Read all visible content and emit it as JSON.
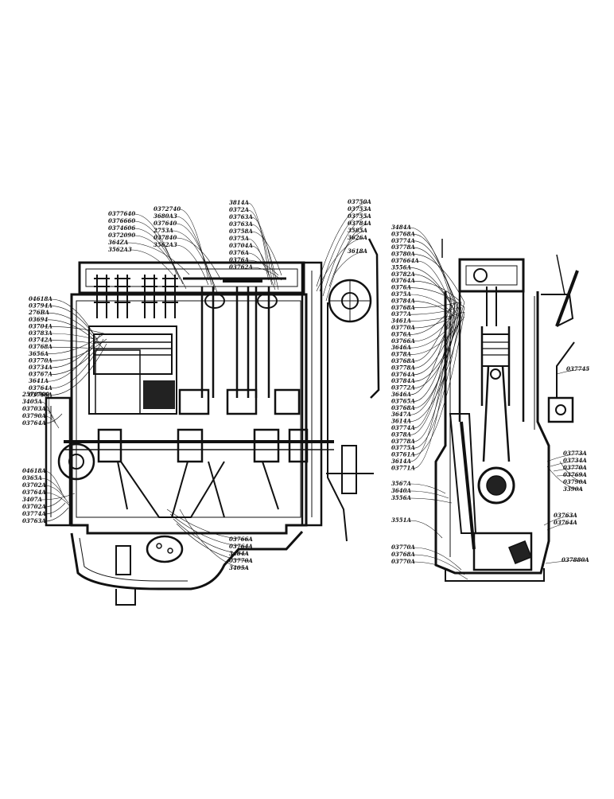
{
  "diagram": {
    "views": [
      {
        "name": "engine-side-section"
      },
      {
        "name": "engine-end-section"
      }
    ],
    "callouts": {
      "top_cluster_a": [
        "0377640",
        "0376660",
        "0374606",
        "0372090",
        "364ZA",
        "3562A3"
      ],
      "top_cluster_b": [
        "0372740",
        "3680A3",
        "037640",
        "2753A",
        "037840",
        "3562A3"
      ],
      "top_cluster_c": [
        "3814A",
        "0372A",
        "03763A",
        "03763A",
        "03758A",
        "0375A",
        "03704A",
        "0376A",
        "0376A",
        "03762A"
      ],
      "top_cluster_d": [
        "03750A",
        "03753A",
        "03755A",
        "03784A",
        "3585A",
        "3626A"
      ],
      "top_right_single": [
        "3618A"
      ],
      "left_column_a": [
        "04618A",
        "03794A",
        "276BA",
        "03694",
        "03704A",
        "03783A",
        "03742A",
        "03768A",
        "3656A",
        "03770A",
        "03734A",
        "03767A",
        "3641A",
        "03764A",
        "03766A"
      ],
      "left_column_b": [
        "2570700",
        "3405A",
        "03703A",
        "03790A",
        "03764A"
      ],
      "left_column_c": [
        "04618A",
        "0365A",
        "03702A",
        "03764A",
        "3407A",
        "03702A",
        "03774A",
        "03763A"
      ],
      "bottom_center": [
        "03766A",
        "03764A",
        "3484A",
        "03770A",
        "3405A"
      ],
      "right_column_a": [
        "3484A",
        "03768A",
        "03774A",
        "03778A",
        "03780A",
        "037664A",
        "3556A",
        "03782A",
        "03764A",
        "0376A",
        "0375A",
        "03784A",
        "03768A",
        "0377A",
        "3461A",
        "03770A",
        "0376A",
        "03766A",
        "3646A",
        "0378A",
        "03768A",
        "03778A",
        "03764A",
        "03784A",
        "03772A",
        "3646A",
        "03765A",
        "03768A",
        "3647A",
        "3614A",
        "03774A",
        "0378A",
        "03778A",
        "03775A",
        "03761A",
        "3614A",
        "03771A"
      ],
      "right_column_b": [
        "3567A",
        "3640A",
        "3556A"
      ],
      "right_column_c": [
        "3551A"
      ],
      "right_column_d": [
        "03770A",
        "03768A",
        "03770A"
      ],
      "far_right_a": [
        "037745"
      ],
      "far_right_b": [
        "03773A",
        "03734A",
        "03770A",
        "03769A",
        "03790A",
        "3390A"
      ],
      "far_right_c": [
        "03763A",
        "03764A"
      ],
      "far_right_d": [
        "037880A"
      ]
    }
  }
}
